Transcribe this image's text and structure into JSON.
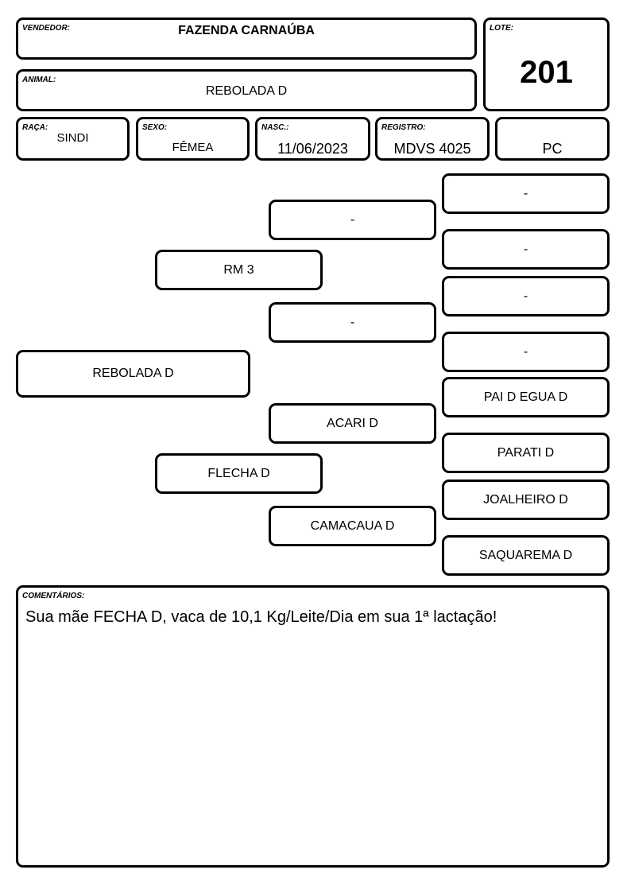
{
  "header": {
    "vendedor_label": "VENDEDOR:",
    "vendedor": "FAZENDA CARNAÚBA",
    "lote_label": "LOTE:",
    "lote": "201",
    "animal_label": "ANIMAL:",
    "animal": "REBOLADA D",
    "raca_label": "RAÇA:",
    "raca": "SINDI",
    "sexo_label": "SEXO:",
    "sexo": "FÊMEA",
    "nasc_label": "NASC.:",
    "nasc": "11/06/2023",
    "registro_label": "REGISTRO:",
    "registro": "MDVS 4025",
    "categoria": "PC"
  },
  "pedigree": {
    "animal": "REBOLADA D",
    "sire": "RM 3",
    "sire_sire": "-",
    "sire_dam": "-",
    "sire_sire_sire": "-",
    "sire_sire_dam": "-",
    "sire_dam_sire": "-",
    "sire_dam_dam": "-",
    "dam": "FLECHA D",
    "dam_sire": "ACARI D",
    "dam_dam": "CAMACAUA D",
    "dam_sire_sire": "PAI D EGUA D",
    "dam_sire_dam": "PARATI D",
    "dam_dam_sire": "JOALHEIRO D",
    "dam_dam_dam": "SAQUAREMA D"
  },
  "comments": {
    "label": "COMENTÁRIOS:",
    "text": "Sua mãe FECHA D, vaca de 10,1 Kg/Leite/Dia em sua 1ª lactação!"
  }
}
